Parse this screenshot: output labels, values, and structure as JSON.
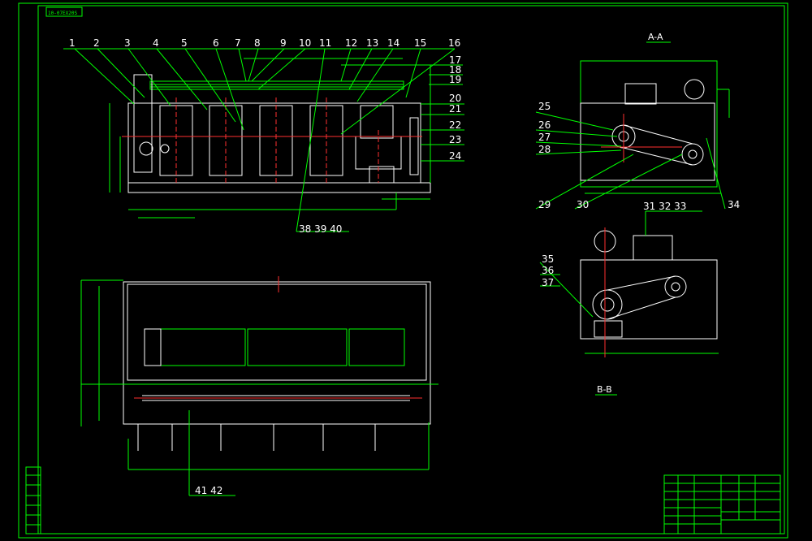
{
  "drawing": {
    "code": "10-07EX20S",
    "section_aa": "A-A",
    "section_bb": "B-B",
    "colors": {
      "background": "#000000",
      "frame": "#00ff00",
      "part": "#ffffff",
      "center": "#ff3030"
    }
  },
  "callouts_top": [
    "1",
    "2",
    "3",
    "4",
    "5",
    "6",
    "7",
    "8",
    "9",
    "10",
    "11",
    "12",
    "13",
    "14",
    "15",
    "16",
    "17",
    "18",
    "19",
    "20",
    "21",
    "22",
    "23",
    "24"
  ],
  "callouts_front_bottom": "38 39 40",
  "callouts_plan_bottom": "41 42",
  "callouts_aa": {
    "c25": "25",
    "c26": "26",
    "c27": "27",
    "c28": "28",
    "c29": "29",
    "c30": "30",
    "c34": "34"
  },
  "callouts_bb": {
    "c31_33": "31 32 33",
    "c35": "35",
    "c36": "36",
    "c37": "37"
  }
}
